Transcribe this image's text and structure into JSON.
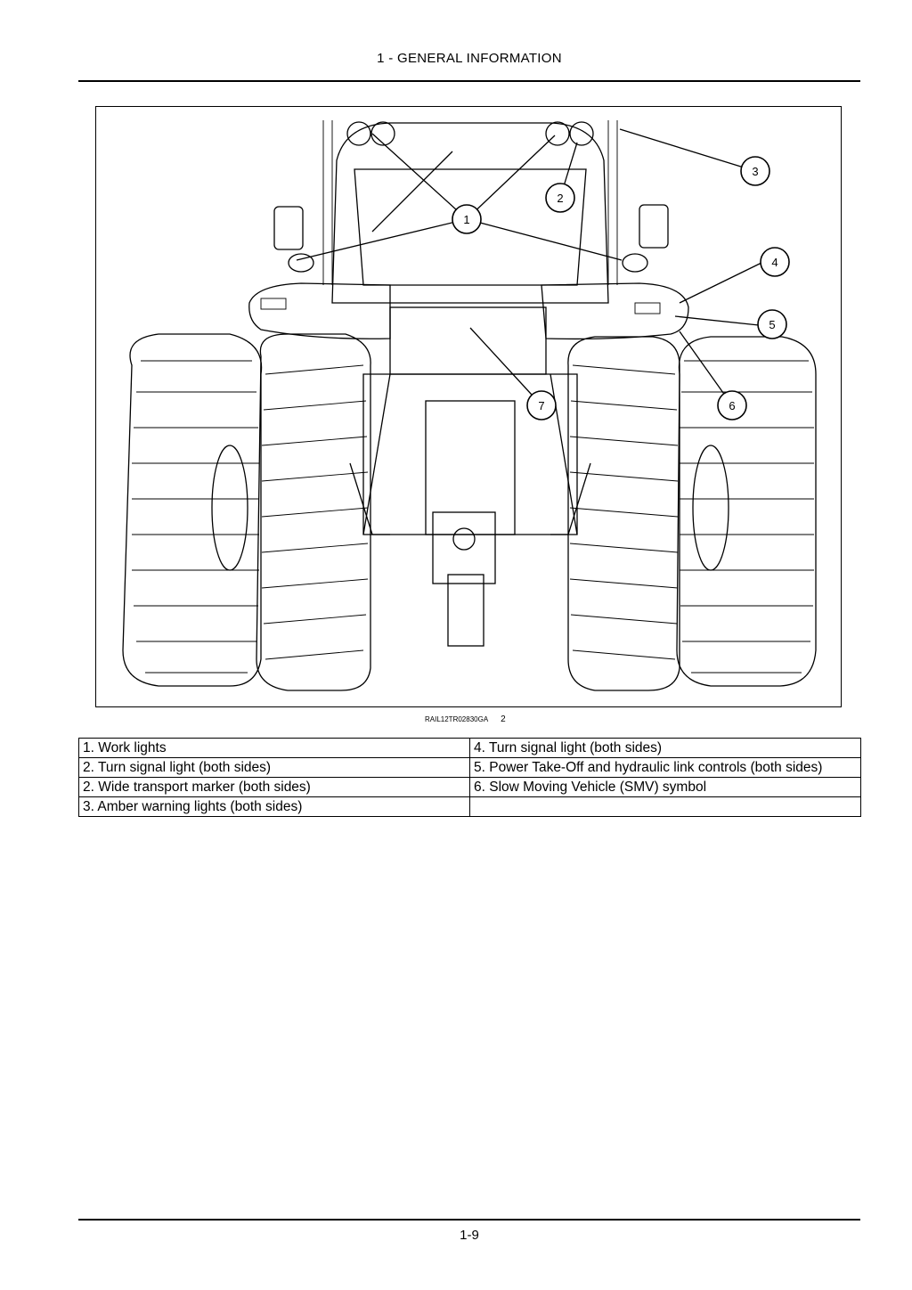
{
  "header": {
    "title": "1 - GENERAL INFORMATION"
  },
  "figure": {
    "caption_code": "RAIL12TR02830GA",
    "caption_number": "2",
    "callouts": [
      "1",
      "2",
      "3",
      "4",
      "5",
      "6",
      "7"
    ]
  },
  "legend": {
    "rows": [
      [
        "1.  Work lights",
        "4.  Turn signal light (both sides)"
      ],
      [
        "2.  Turn signal light (both sides)",
        "5.  Power Take-Off and hydraulic link controls (both sides)"
      ],
      [
        "2.  Wide transport marker (both sides)",
        "6.  Slow Moving Vehicle (SMV) symbol"
      ],
      [
        "3.  Amber warning lights (both sides)",
        ""
      ]
    ]
  },
  "footer": {
    "page_number": "1-9"
  }
}
